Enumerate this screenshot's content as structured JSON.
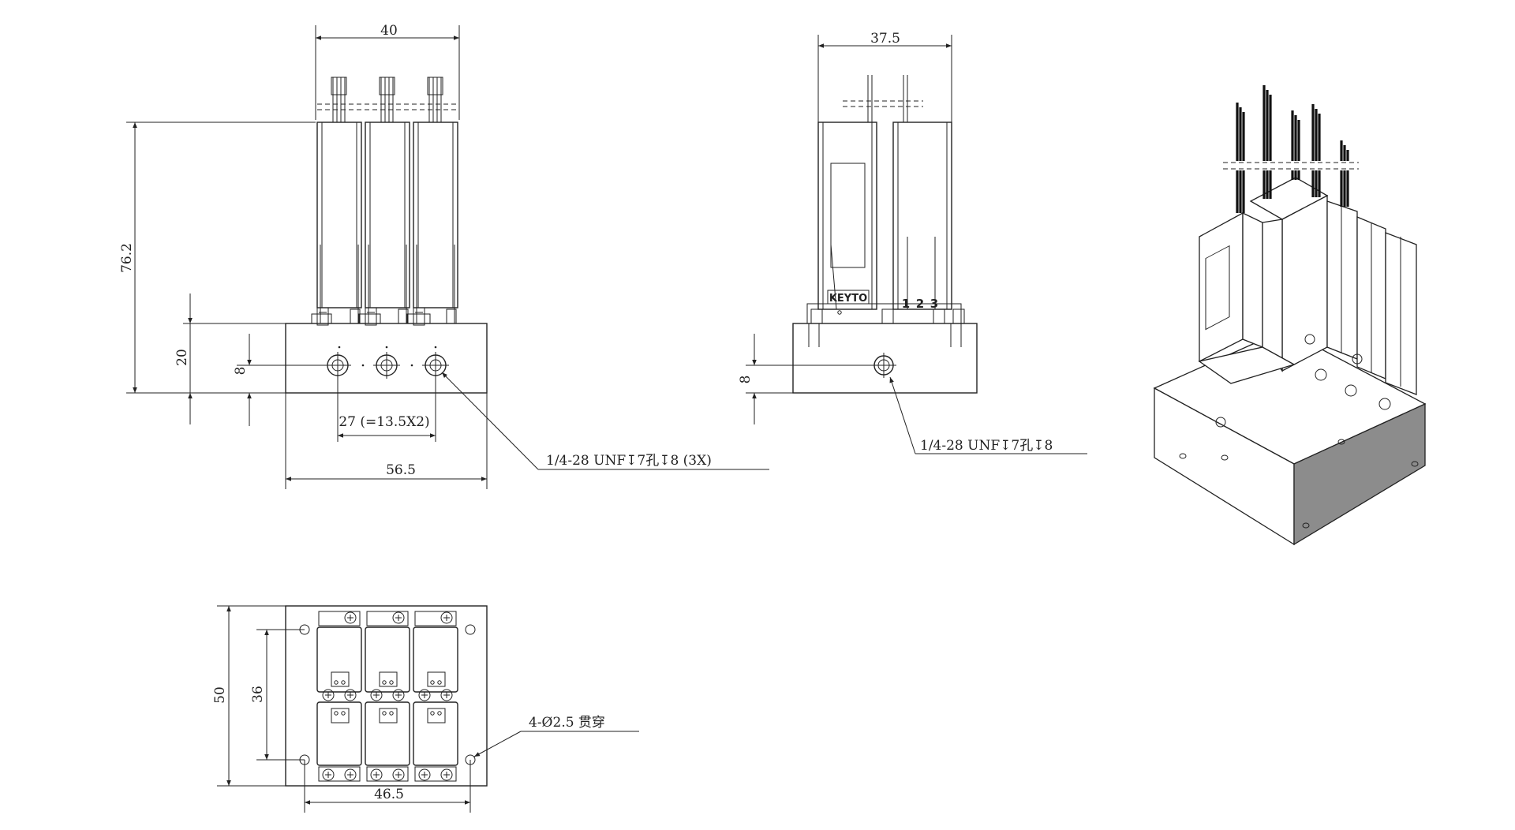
{
  "front_view": {
    "width_top": "40",
    "height_total": "76.2",
    "height_base": "20",
    "port_height": "8",
    "port_spacing": "27 (=13.5X2)",
    "base_width": "56.5",
    "port_callout": "1/4-28 UNF↧7孔↧8 (3X)"
  },
  "side_view": {
    "width_top": "37.5",
    "port_height": "8",
    "brand_label": "KEYTO",
    "port_numbers": [
      "1",
      "2",
      "3"
    ],
    "port_callout": "1/4-28 UNF↧7孔↧8"
  },
  "top_view": {
    "height_outer": "50",
    "height_holes": "36",
    "width_holes": "46.5",
    "hole_callout": "4-Ø2.5 贯穿"
  },
  "colors": {
    "line": "#222222",
    "shade": "#8c8c8c",
    "background": "#ffffff"
  }
}
